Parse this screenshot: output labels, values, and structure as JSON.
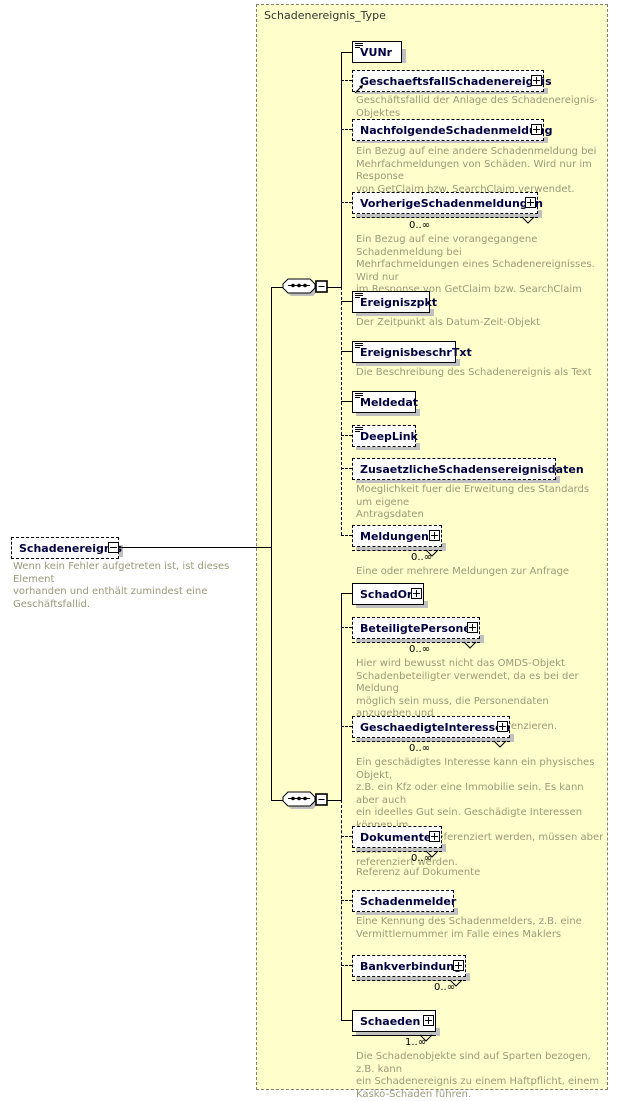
{
  "diagram": {
    "kind": "xsd-schema-diagram",
    "colors": {
      "type_fill": "#ffffcc",
      "node_fill": "#ffffff",
      "node_border": "#000000",
      "label_text": "#000040",
      "doc_text": "#9a9a7a",
      "shadow": "#c0c0c0",
      "type_title_text": "#333333"
    }
  },
  "root": {
    "name": "Schadenereignis",
    "border": "dashed",
    "expander": "minus",
    "documentation": "Wenn kein Fehler aufgetreten ist, ist dieses Element\nvorhanden und enthält zumindest eine Geschäftsfallid."
  },
  "type_container": {
    "title": "Schadenereignis_Type"
  },
  "compositors": [
    {
      "id": "sequence-1",
      "symbol": "sequence",
      "expander": "minus"
    },
    {
      "id": "sequence-2",
      "symbol": "sequence",
      "expander": "minus"
    }
  ],
  "groups": [
    {
      "id": "group-1",
      "compositor": "sequence-1",
      "elements": [
        {
          "name": "VUNr",
          "border": "solid",
          "optional": false,
          "expander": null,
          "simple_type_glyph": true,
          "reference_glyph": false,
          "multiplicity": null,
          "documentation": null
        },
        {
          "name": "GeschaeftsfallSchadenereignis",
          "border": "dashed",
          "optional": true,
          "expander": "plus",
          "simple_type_glyph": false,
          "reference_glyph": true,
          "multiplicity": null,
          "documentation": "Geschäftsfallid der Anlage des Schadenereignis-Objektes"
        },
        {
          "name": "NachfolgendeSchadenmeldung",
          "border": "dashed",
          "optional": true,
          "expander": "plus",
          "simple_type_glyph": false,
          "reference_glyph": false,
          "multiplicity": null,
          "documentation": "Ein Bezug auf eine andere Schadenmeldung bei\nMehrfachmeldungen von Schäden. Wird nur im Response\nvon GetClaim bzw. SearchClaim verwendet."
        },
        {
          "name": "VorherigeSchadenmeldungen",
          "border": "dashed",
          "optional": true,
          "expander": "plus",
          "simple_type_glyph": false,
          "reference_glyph": false,
          "multiplicity": "0..∞",
          "documentation": "Ein Bezug auf eine vorangegangene Schadenmeldung bei\nMehrfachmeldungen eines Schadenereignisses. Wird nur\nim Response von GetClaim bzw. SearchClaim\nverwendet."
        },
        {
          "name": "Ereigniszpkt",
          "border": "solid",
          "optional": false,
          "expander": null,
          "simple_type_glyph": true,
          "reference_glyph": false,
          "multiplicity": null,
          "documentation": "Der Zeitpunkt als Datum-Zeit-Objekt"
        },
        {
          "name": "EreignisbeschrTxt",
          "border": "solid",
          "optional": false,
          "expander": null,
          "simple_type_glyph": true,
          "reference_glyph": false,
          "multiplicity": null,
          "documentation": "Die Beschreibung des Schadenereignis als Text"
        },
        {
          "name": "Meldedat",
          "border": "solid",
          "optional": false,
          "expander": null,
          "simple_type_glyph": true,
          "reference_glyph": false,
          "multiplicity": null,
          "documentation": null
        },
        {
          "name": "DeepLink",
          "border": "dashed",
          "optional": true,
          "expander": null,
          "simple_type_glyph": true,
          "reference_glyph": false,
          "multiplicity": null,
          "documentation": null
        },
        {
          "name": "ZusaetzlicheSchadensereignisdaten",
          "border": "dashed",
          "optional": true,
          "expander": null,
          "simple_type_glyph": false,
          "reference_glyph": false,
          "multiplicity": null,
          "documentation": "Moeglichkeit fuer die Erweitung des Standards um eigene\nAntragsdaten"
        },
        {
          "name": "Meldungen",
          "border": "dashed",
          "optional": true,
          "expander": "plus",
          "simple_type_glyph": false,
          "reference_glyph": false,
          "multiplicity": "0..∞",
          "documentation": "Eine oder mehrere Meldungen zur Anfrage"
        }
      ]
    },
    {
      "id": "group-2",
      "compositor": "sequence-2",
      "elements": [
        {
          "name": "SchadOrt",
          "border": "solid",
          "optional": false,
          "expander": "plus",
          "simple_type_glyph": false,
          "reference_glyph": false,
          "multiplicity": null,
          "documentation": null
        },
        {
          "name": "BeteiligtePersonen",
          "border": "dashed",
          "optional": true,
          "expander": "plus",
          "simple_type_glyph": false,
          "reference_glyph": false,
          "multiplicity": "0..∞",
          "documentation": "Hier wird bewusst nicht das OMDS-Objekt\nSchadenbeteiligter verwendet, da es bei der Meldung\nmöglich sein muss, die Personendaten anzugeben und\nnicht nur auf Personen zu referenzieren."
        },
        {
          "name": "GeschaedigteInteressen",
          "border": "dashed",
          "optional": true,
          "expander": "plus",
          "simple_type_glyph": false,
          "reference_glyph": false,
          "multiplicity": "0..∞",
          "documentation": "Ein geschädigtes Interesse kann ein physisches Objekt,\nz.B. ein Kfz oder eine Immobilie sein. Es kann aber auch\nein ideelles Gut sein. Geschädigte Interessen können im\nSchadenobjekt referenziert werden, müssen aber nicht\nreferenziert werden."
        },
        {
          "name": "Dokumente",
          "border": "dashed",
          "optional": true,
          "expander": "plus",
          "simple_type_glyph": false,
          "reference_glyph": false,
          "multiplicity": "0..∞",
          "documentation": "Referenz auf Dokumente"
        },
        {
          "name": "Schadenmelder",
          "border": "dashed",
          "optional": true,
          "expander": null,
          "simple_type_glyph": false,
          "reference_glyph": false,
          "multiplicity": null,
          "documentation": "Eine Kennung des Schadenmelders, z.B. eine\nVermittlernummer im Falle eines Maklers"
        },
        {
          "name": "Bankverbindung",
          "border": "dashed",
          "optional": true,
          "expander": "plus",
          "simple_type_glyph": false,
          "reference_glyph": false,
          "multiplicity": "0..∞",
          "documentation": null
        },
        {
          "name": "Schaeden",
          "border": "solid",
          "optional": false,
          "expander": "plus",
          "simple_type_glyph": false,
          "reference_glyph": false,
          "multiplicity": "1..∞",
          "documentation": "Die Schadenobjekte sind auf Sparten bezogen, z.B. kann\nein Schadenereignis zu einem Haftpflicht, einem\nKasko-Schaden führen."
        }
      ]
    }
  ]
}
